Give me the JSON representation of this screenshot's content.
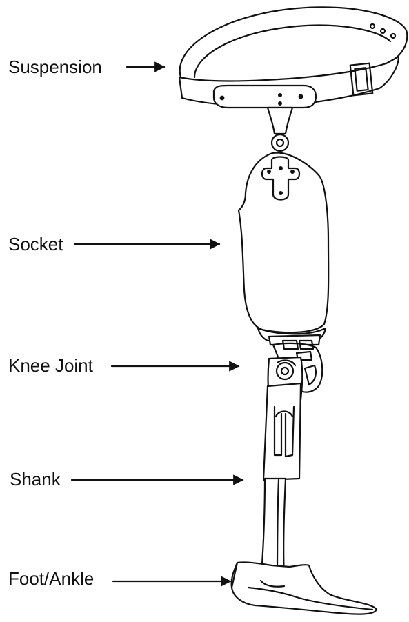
{
  "labels": {
    "suspension": "Suspension",
    "socket": "Socket",
    "knee_joint": "Knee Joint",
    "shank": "Shank",
    "foot_ankle": "Foot/Ankle"
  },
  "colors": {
    "line": "#111111",
    "background": "#ffffff"
  }
}
